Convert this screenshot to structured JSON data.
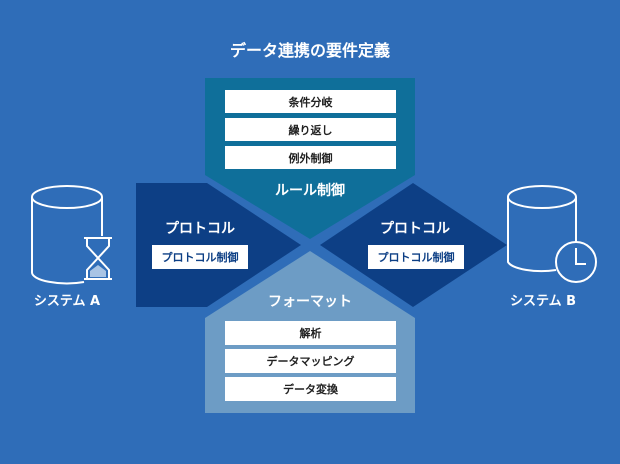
{
  "title": "データ連携の要件定義",
  "rule": {
    "label": "ルール制御",
    "items": [
      "条件分岐",
      "繰り返し",
      "例外制御"
    ]
  },
  "protocol_left": {
    "label": "プロトコル",
    "item": "プロトコル制御"
  },
  "protocol_right": {
    "label": "プロトコル",
    "item": "プロトコル制御"
  },
  "format": {
    "label": "フォーマット",
    "items": [
      "解析",
      "データマッピング",
      "データ変換"
    ]
  },
  "system_a": {
    "label": "システム A",
    "icon": "hourglass-icon"
  },
  "system_b": {
    "label": "システム B",
    "icon": "clock-icon"
  },
  "colors": {
    "background": "#2f6db8",
    "rule": "#0f6f9a",
    "protocol": "#0d3f85",
    "format": "#6d9cc5"
  }
}
